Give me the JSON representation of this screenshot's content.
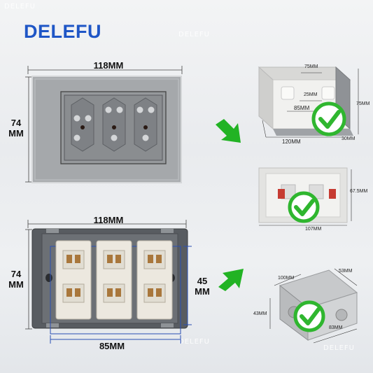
{
  "brand": {
    "name": "DELEFU",
    "color": "#1f56c6"
  },
  "watermark": "DELEFU",
  "front_panel": {
    "width_label": "118MM",
    "height_label_line1": "74",
    "height_label_line2": "MM",
    "color": "#a9acaf"
  },
  "back_panel": {
    "width_label": "118MM",
    "height_label_line1": "74",
    "height_label_line2": "MM",
    "inner_height_line1": "45",
    "inner_height_line2": "MM",
    "spacing_label": "85MM"
  },
  "boxes": [
    {
      "type": "white-box",
      "dims": {
        "top": "75MM",
        "inner": "25MM",
        "center": "85MM",
        "bottom": "120MM",
        "side": "75MM",
        "depth": "30MM"
      }
    },
    {
      "type": "white-box-knockout",
      "dims": {
        "height": "67.5MM",
        "width": "107MM"
      }
    },
    {
      "type": "metal-box",
      "dims": {
        "top_left": "100MM",
        "top_right": "53MM",
        "height": "43MM",
        "bottom": "83MM"
      }
    }
  ],
  "arrow_color": "#22b324",
  "check_color": "#2fb62f"
}
